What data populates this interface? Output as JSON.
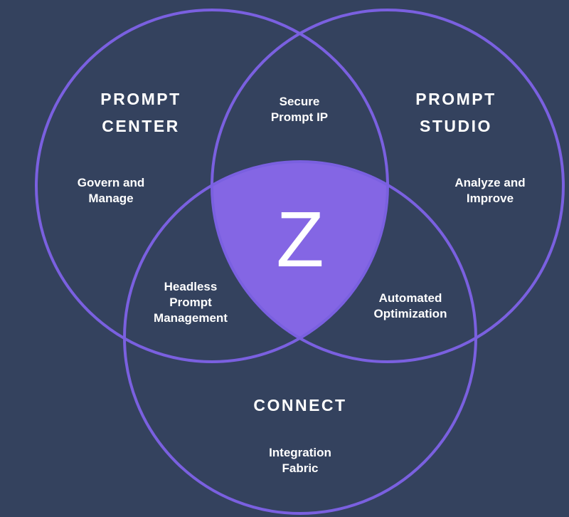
{
  "colors": {
    "background": "#34425e",
    "stroke": "#7a60e0",
    "center_fill": "#8466e4"
  },
  "center_label": "Z",
  "circles": {
    "left": {
      "title": [
        "PROMPT",
        "CENTER"
      ],
      "subtitle": [
        "Govern and",
        "Manage"
      ]
    },
    "right": {
      "title": [
        "PROMPT",
        "STUDIO"
      ],
      "subtitle": [
        "Analyze and",
        "Improve"
      ]
    },
    "bottom": {
      "title": [
        "CONNECT"
      ],
      "subtitle": [
        "Integration",
        "Fabric"
      ]
    }
  },
  "overlaps": {
    "left_right": [
      "Secure",
      "Prompt IP"
    ],
    "left_bottom": [
      "Headless",
      "Prompt",
      "Management"
    ],
    "right_bottom": [
      "Automated",
      "Optimization"
    ]
  }
}
